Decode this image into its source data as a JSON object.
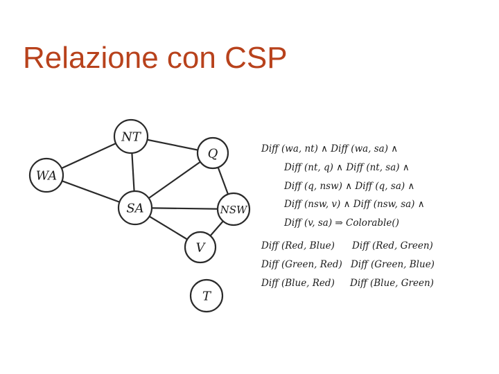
{
  "slide": {
    "title": "Relazione con CSP"
  },
  "graph": {
    "nodes": [
      {
        "id": "NT",
        "label": "NT"
      },
      {
        "id": "Q",
        "label": "Q"
      },
      {
        "id": "WA",
        "label": "WA"
      },
      {
        "id": "SA",
        "label": "SA"
      },
      {
        "id": "NSW",
        "label": "NSW"
      },
      {
        "id": "V",
        "label": "V"
      },
      {
        "id": "T",
        "label": "T"
      }
    ],
    "edges": [
      [
        "WA",
        "NT"
      ],
      [
        "WA",
        "SA"
      ],
      [
        "NT",
        "Q"
      ],
      [
        "NT",
        "SA"
      ],
      [
        "SA",
        "Q"
      ],
      [
        "SA",
        "NSW"
      ],
      [
        "SA",
        "V"
      ],
      [
        "Q",
        "NSW"
      ],
      [
        "NSW",
        "V"
      ]
    ]
  },
  "formula": {
    "lines": [
      "Diff (wa, nt) ∧ Diff (wa, sa) ∧",
      "Diff (nt, q) ∧ Diff (nt, sa) ∧",
      "Diff (q, nsw) ∧ Diff (q, sa) ∧",
      "Diff (nsw, v) ∧ Diff (nsw, sa) ∧",
      "Diff (v, sa)  ⇒  Colorable()"
    ]
  },
  "facts": {
    "rows": [
      [
        "Diff (Red, Blue)",
        "Diff (Red, Green)"
      ],
      [
        "Diff (Green, Red)",
        "Diff (Green, Blue)"
      ],
      [
        "Diff (Blue, Red)",
        "Diff (Blue, Green)"
      ]
    ]
  }
}
